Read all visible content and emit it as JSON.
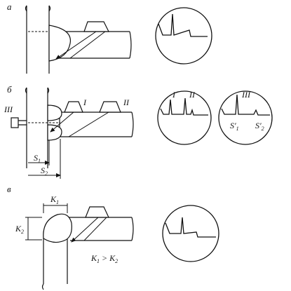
{
  "panels": [
    {
      "id": "a",
      "letter": "а",
      "probe_labels": [],
      "screens": [
        {
          "marker_labels": []
        }
      ]
    },
    {
      "id": "b",
      "letter": "б",
      "probe_labels": [
        "I",
        "II",
        "III"
      ],
      "screens": [
        {
          "marker_labels": [
            "I",
            "II"
          ]
        },
        {
          "marker_labels": [
            "III",
            "S′1",
            "S′2"
          ]
        }
      ],
      "dimensions": [
        "S1",
        "S2"
      ]
    },
    {
      "id": "v",
      "letter": "в",
      "probe_labels": [],
      "screens": [
        {
          "marker_labels": []
        }
      ],
      "dimensions": [
        "K1",
        "K2"
      ],
      "relation": "K1 > K2"
    }
  ],
  "colors": {
    "line": "#111111",
    "background": "#ffffff"
  }
}
